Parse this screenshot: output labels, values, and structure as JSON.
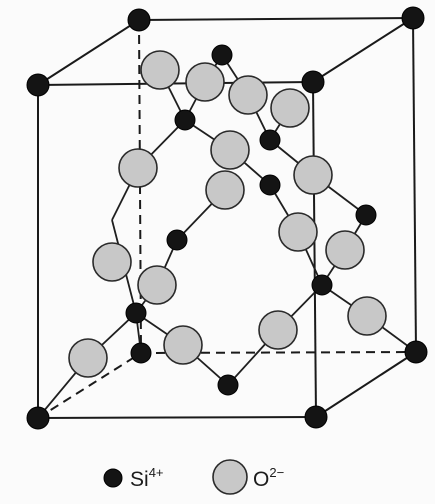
{
  "legend": {
    "si": {
      "base": "Si",
      "charge": "4+"
    },
    "o": {
      "base": "O",
      "charge": "2−"
    }
  },
  "colors": {
    "si_atom": "#141414",
    "o_atom": "#c8c8c8",
    "outline": "#1a1a1a"
  }
}
